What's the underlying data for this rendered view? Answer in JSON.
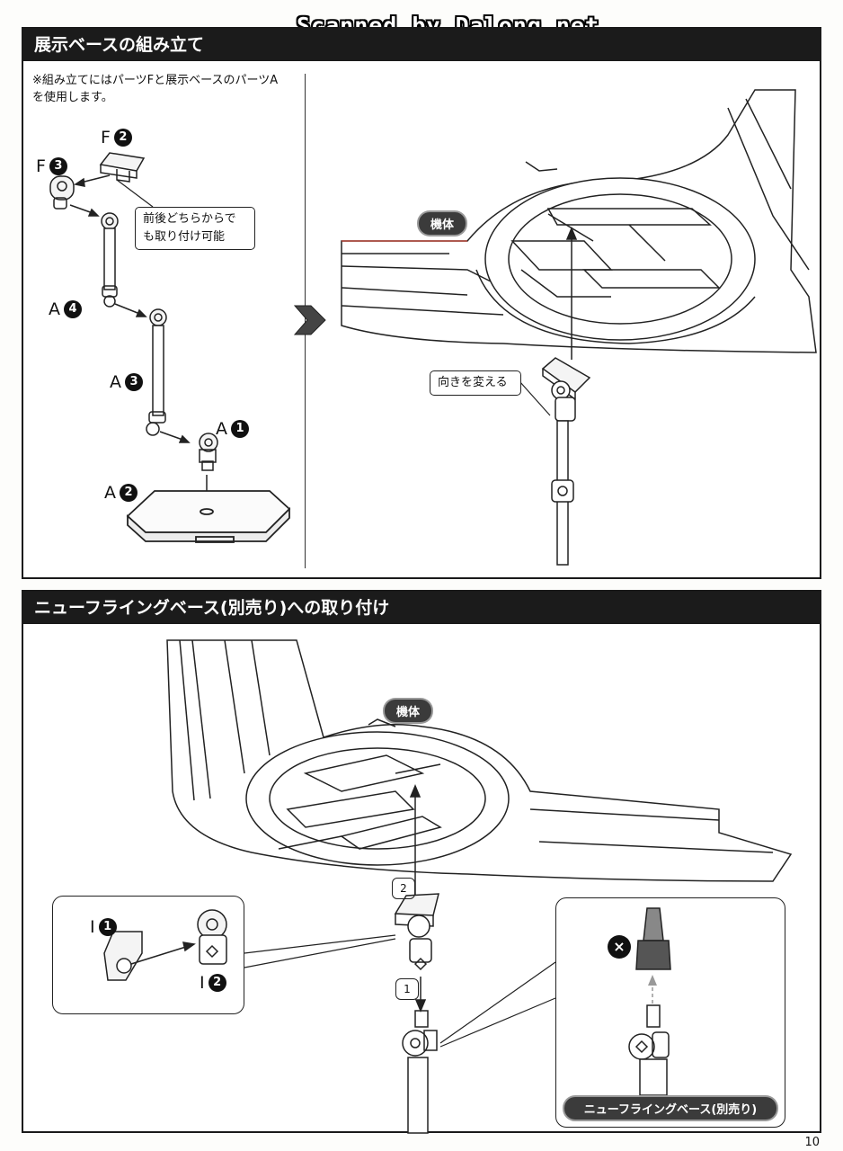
{
  "watermark": "Scanned by Dalong.net",
  "section1": {
    "title": "展示ベースの組み立て",
    "note": "※組み立てにはパーツFと展示ベースのパーツAを使用します。",
    "callout_either": "前後どちらからでも取り付け可能",
    "label_body": "機体",
    "callout_direction": "向きを変える",
    "parts": [
      {
        "letter": "F",
        "num": "2"
      },
      {
        "letter": "F",
        "num": "3"
      },
      {
        "letter": "A",
        "num": "4"
      },
      {
        "letter": "A",
        "num": "3"
      },
      {
        "letter": "A",
        "num": "1"
      },
      {
        "letter": "A",
        "num": "2"
      }
    ]
  },
  "section2": {
    "title": "ニューフライングベース(別売り)への取り付け",
    "label_body": "機体",
    "step1": "1",
    "step2": "2",
    "parts": [
      {
        "letter": "I",
        "num": "1"
      },
      {
        "letter": "I",
        "num": "2"
      }
    ],
    "ng_mark": "×",
    "base_label": "ニューフライングベース(別売り)"
  },
  "page_number": "10"
}
